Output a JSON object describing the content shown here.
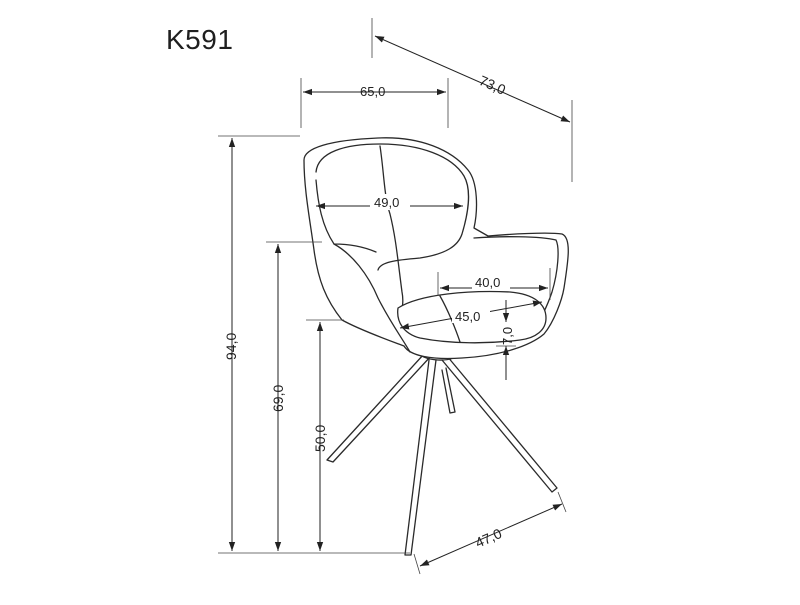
{
  "product": {
    "model": "K591"
  },
  "dimensions": {
    "depth": "73,0",
    "width": "65,0",
    "height_total": "94,0",
    "armrest_height": "69,0",
    "seat_height": "50,0",
    "backrest_width": "49,0",
    "seat_depth": "40,0",
    "seat_width": "45,0",
    "seat_thickness": "7,0",
    "base_width": "47,0"
  }
}
